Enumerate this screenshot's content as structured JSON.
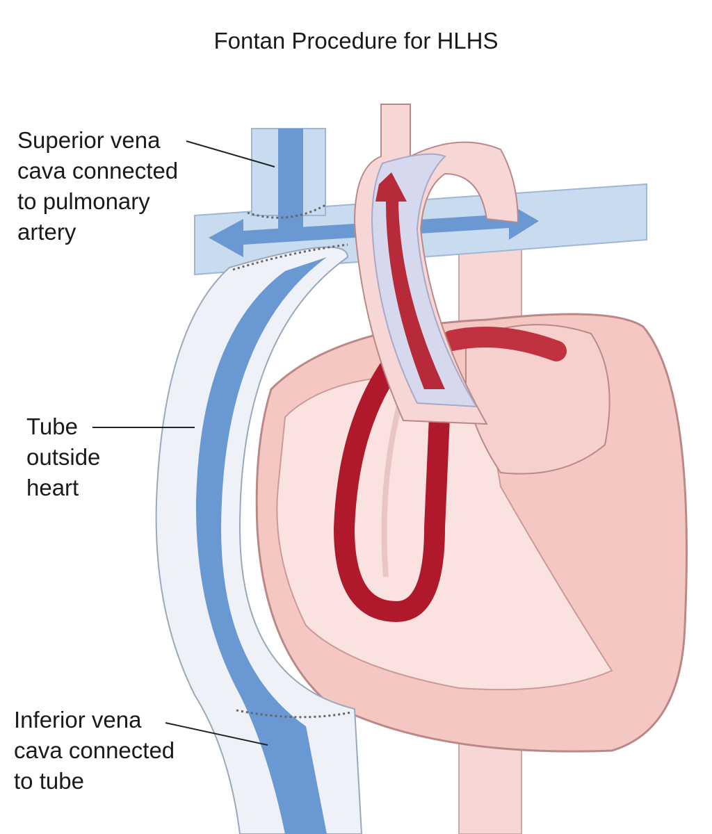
{
  "title": "Fontan Procedure for HLHS",
  "labels": {
    "svc": [
      "Superior vena",
      "cava connected",
      "to pulmonary",
      "artery"
    ],
    "tube": [
      "Tube",
      "outside",
      "heart"
    ],
    "ivc": [
      "Inferior vena",
      "cava connected",
      "to tube"
    ]
  },
  "colors": {
    "vein_light": "#c9dcef",
    "vein_dark": "#6a98d2",
    "tube": "#eef2f8",
    "artery_light": "#f7d7d6",
    "heart": "#f4c7c3",
    "heart_inner": "#f9e2df",
    "blood_red": "#b0182b"
  }
}
